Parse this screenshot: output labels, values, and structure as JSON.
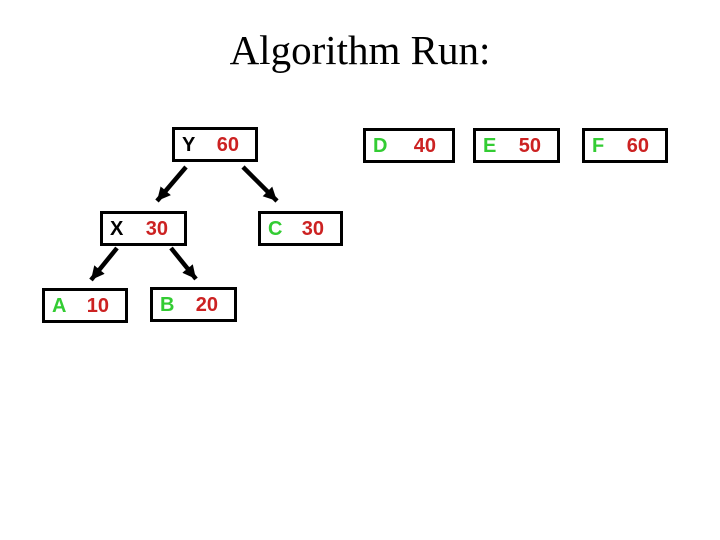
{
  "title": "Algorithm Run:",
  "nodes": {
    "y": {
      "label": "Y",
      "value": "60",
      "label_color": "black"
    },
    "x": {
      "label": "X",
      "value": "30",
      "label_color": "black"
    },
    "a": {
      "label": "A",
      "value": "10",
      "label_color": "green"
    },
    "b": {
      "label": "B",
      "value": "20",
      "label_color": "green"
    },
    "c": {
      "label": "C",
      "value": "30",
      "label_color": "green"
    },
    "d": {
      "label": "D",
      "value": "40",
      "label_color": "green"
    },
    "e": {
      "label": "E",
      "value": "50",
      "label_color": "green"
    },
    "f": {
      "label": "F",
      "value": "60",
      "label_color": "green"
    }
  },
  "edges": [
    {
      "from": "Y",
      "to": "X"
    },
    {
      "from": "Y",
      "to": "C"
    },
    {
      "from": "X",
      "to": "A"
    },
    {
      "from": "X",
      "to": "B"
    }
  ],
  "colors": {
    "background": "#FFFFFF",
    "title_color": "#000000",
    "box_border": "#000000",
    "letter_black": "#000000",
    "letter_green": "#33CC33",
    "value_red": "#CC2222",
    "arrow": "#000000"
  }
}
